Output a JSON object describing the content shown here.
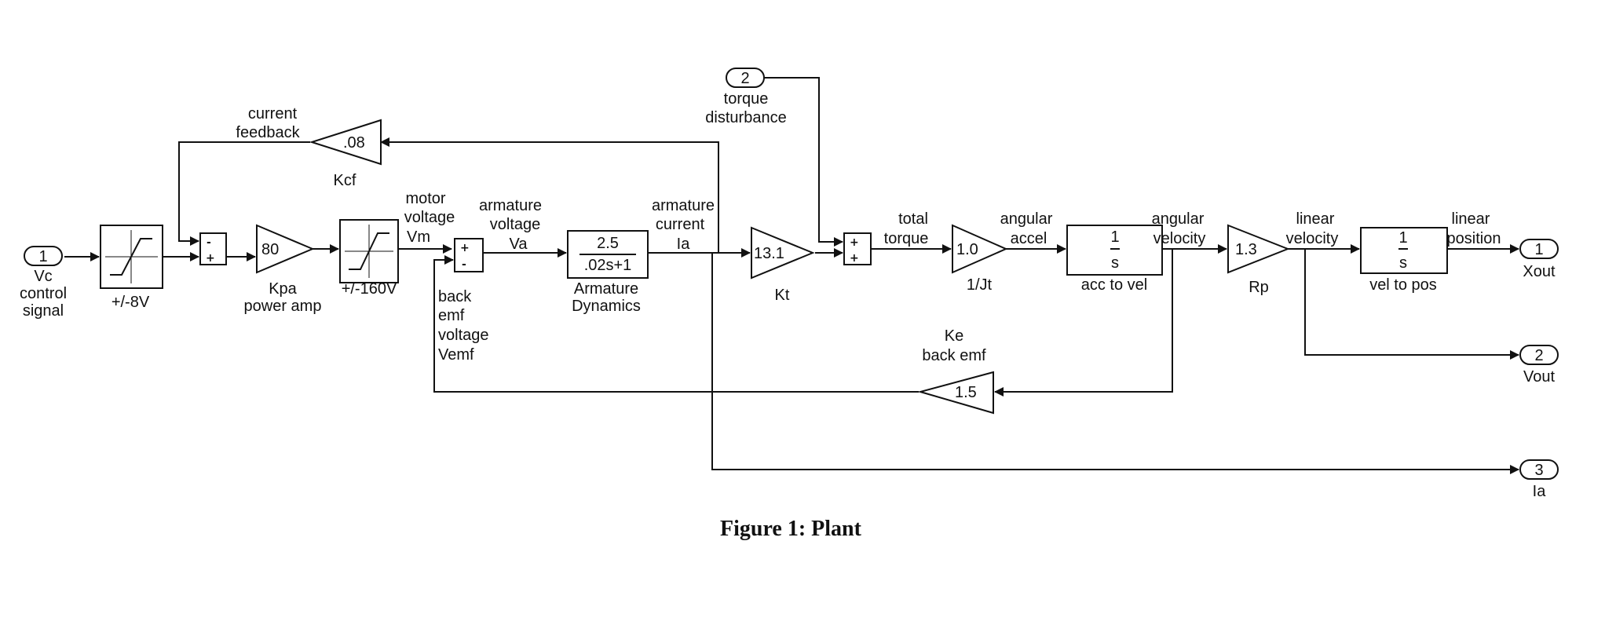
{
  "inputs": {
    "vc": {
      "num": "1",
      "label": [
        "Vc",
        "control",
        "signal"
      ]
    },
    "torque_disturbance": {
      "num": "2",
      "label": [
        "torque",
        "disturbance"
      ]
    }
  },
  "outputs": {
    "xout": {
      "num": "1",
      "label": "Xout"
    },
    "vout": {
      "num": "2",
      "label": "Vout"
    },
    "ia": {
      "num": "3",
      "label": "Ia"
    }
  },
  "blocks": {
    "sat_8v": {
      "label": "+/-8V"
    },
    "sum1": {
      "signs": [
        "-",
        "+"
      ]
    },
    "kpa": {
      "value": "80",
      "label": [
        "Kpa",
        "power amp"
      ]
    },
    "sat_160v": {
      "label": "+/-160V"
    },
    "sum2": {
      "signs": [
        "+",
        "-"
      ]
    },
    "armature": {
      "num": "2.5",
      "den": ".02s+1",
      "label": [
        "Armature",
        "Dynamics"
      ]
    },
    "kt": {
      "value": "13.1",
      "label": "Kt"
    },
    "sum3": {
      "signs": [
        "+",
        "+"
      ]
    },
    "jt": {
      "value": "1.0",
      "label": "1/Jt"
    },
    "acc_to_vel": {
      "num": "1",
      "den": "s",
      "label": "acc to vel"
    },
    "rp": {
      "value": "1.3",
      "label": "Rp"
    },
    "vel_to_pos": {
      "num": "1",
      "den": "s",
      "label": "vel to pos"
    },
    "kcf": {
      "value": ".08",
      "label": "Kcf"
    },
    "ke": {
      "value": "1.5",
      "label": [
        "Ke",
        "back emf"
      ]
    }
  },
  "signals": {
    "current_feedback": [
      "current",
      "feedback"
    ],
    "motor_voltage": [
      "motor",
      "voltage",
      "Vm"
    ],
    "armature_voltage": [
      "armature",
      "voltage",
      "Va"
    ],
    "armature_current": [
      "armature",
      "current",
      "Ia"
    ],
    "back_emf": [
      "back",
      "emf",
      "voltage",
      "Vemf"
    ],
    "total_torque": [
      "total",
      "torque"
    ],
    "angular_accel": [
      "angular",
      "accel"
    ],
    "angular_velocity": [
      "angular",
      "velocity"
    ],
    "linear_velocity": [
      "linear",
      "velocity"
    ],
    "linear_position": [
      "linear",
      "position"
    ]
  },
  "caption": "Figure 1: Plant"
}
